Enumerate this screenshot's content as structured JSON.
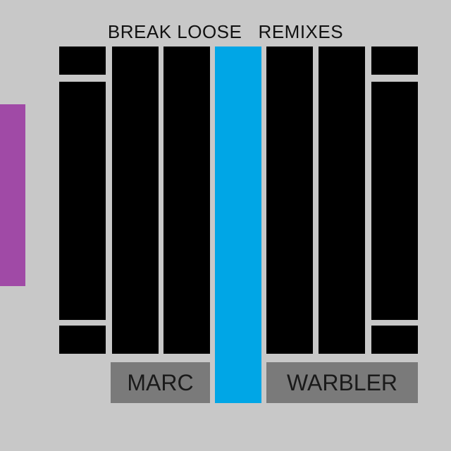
{
  "cover": {
    "title": "BREAK LOOSE",
    "subtitle": "REMIXES",
    "artist_first": "MARC",
    "artist_last": "WARBLER",
    "colors": {
      "background": "#c8c8c8",
      "bars": "#000000",
      "accent_blue": "#00a6e6",
      "accent_purple": "#a04aa6",
      "label_box": "#7a7a7a"
    }
  }
}
